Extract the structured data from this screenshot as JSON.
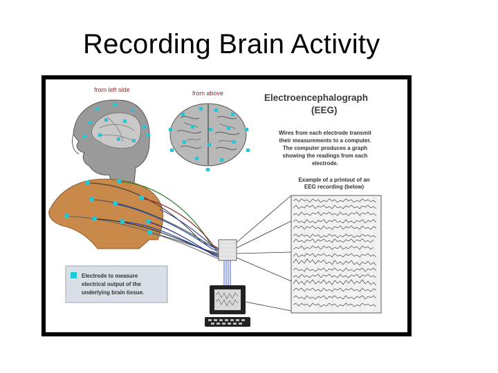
{
  "slide": {
    "title": "Recording Brain Activity"
  },
  "figure": {
    "label_left": "from left side",
    "label_above": "from above",
    "heading_line1": "Electroencephalograph",
    "heading_line2": "(EEG)",
    "desc_lines": [
      "Wires from each electrode transmit",
      "their measurements to a computer.",
      "The computer produces a graph",
      "showing the readings from each",
      "electrode."
    ],
    "printout_lines": [
      "Example of a printout of an",
      "EEG recording (below)"
    ],
    "legend_lines": [
      "Electrode to measure",
      "electrical output of the",
      "underlying brain tissue."
    ],
    "colors": {
      "electrode": "#20c8d8",
      "heading": "#3a3a3a",
      "label": "#8a3030",
      "head_fill": "#c8894a"
    }
  }
}
